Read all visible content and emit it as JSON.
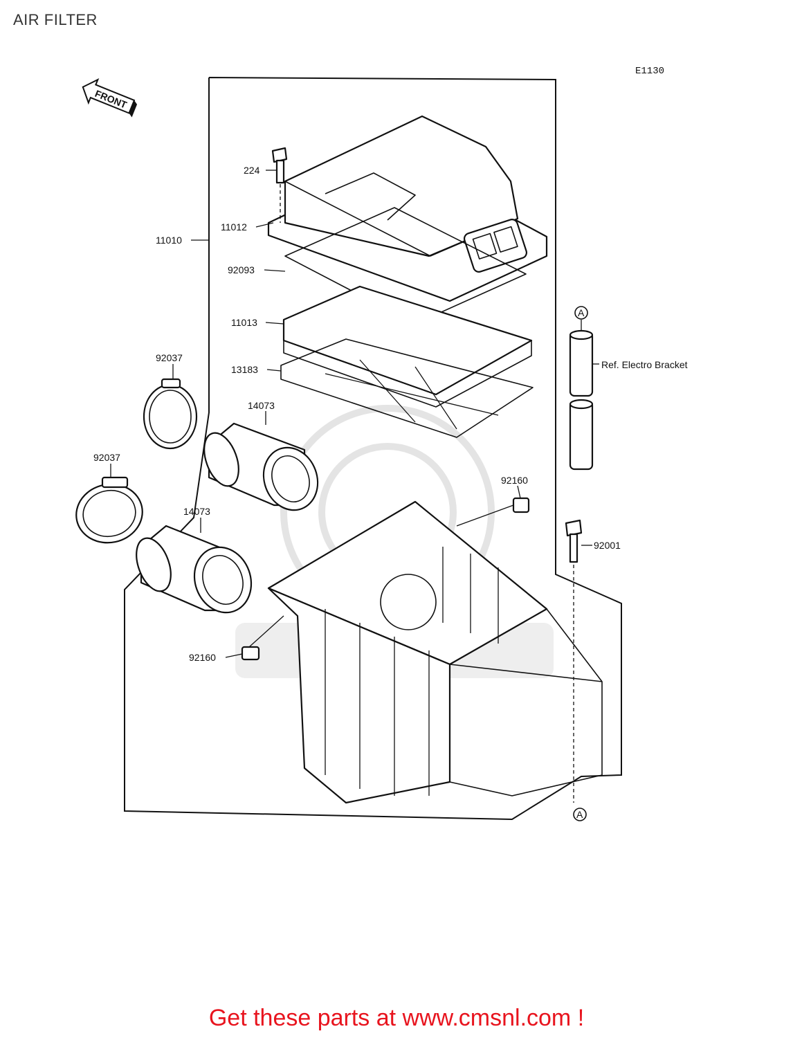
{
  "title": "AIR FILTER",
  "diagram_code": "E1130",
  "front_label": "FRONT",
  "reference_mark": "A",
  "reference_note": "Ref. Electro Bracket",
  "parts": {
    "bolt_top": "224",
    "assembly": "11010",
    "cap": "11012",
    "gasket": "92093",
    "element": "11013",
    "screen": "13183",
    "clamp_upper": "92037",
    "clamp_lower": "92037",
    "duct_upper": "14073",
    "duct_lower": "14073",
    "clip_right": "92160",
    "clip_left": "92160",
    "bolt_right": "92001"
  },
  "promo": "Get these parts at www.cmsnl.com !"
}
